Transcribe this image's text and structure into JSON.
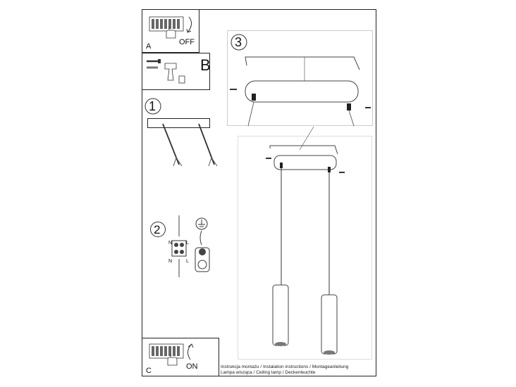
{
  "steps": {
    "a": {
      "letter": "A",
      "state": "OFF"
    },
    "b": {
      "letter": "B"
    },
    "c": {
      "letter": "C",
      "state": "ON"
    },
    "one": "1",
    "two": "2",
    "three": "3"
  },
  "wiring": {
    "n_top": "N",
    "l_top": "L",
    "n_bottom": "N",
    "l_bottom": "L"
  },
  "footer": {
    "line1": "Instrukcja montażu / Instalation instructions / Montageanleitung",
    "line2": "Lampa wisząca / Ceiling lamp / Deckenleuchte"
  },
  "icons": [
    "fuse-box-icon",
    "hand-icon",
    "drill-icon",
    "screw-icon",
    "dowel-icon",
    "ground-symbol-icon",
    "terminal-block-icon"
  ]
}
